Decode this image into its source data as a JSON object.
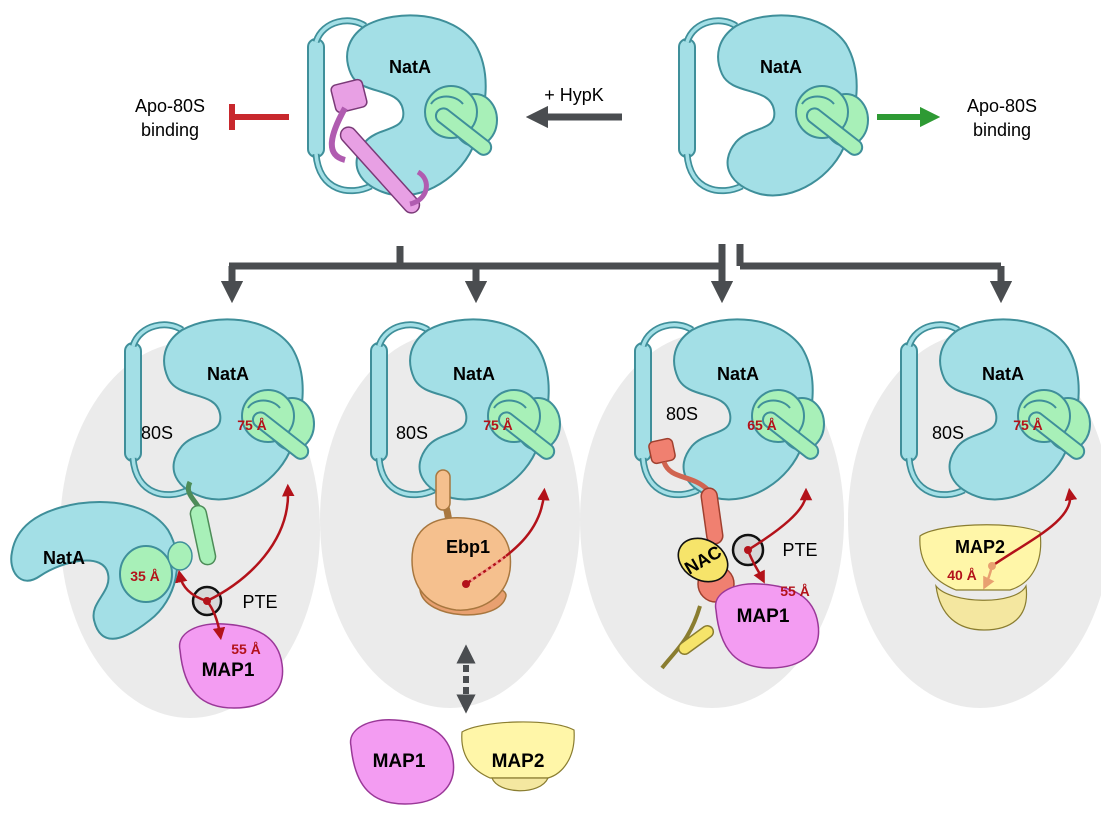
{
  "top": {
    "natA_left_label": "NatA",
    "natA_right_label": "NatA",
    "hypk_label": "+ HypK",
    "apo_left_line1": "Apo-80S",
    "apo_left_line2": "binding",
    "apo_right_line1": "Apo-80S",
    "apo_right_line2": "binding"
  },
  "panels": [
    {
      "natA_label": "NatA",
      "ribosome_label": "80S",
      "distance_top": "75 Å",
      "second_natA_label": "NatA",
      "distance_second": "35 Å",
      "pte_label": "PTE",
      "distance_bottom": "55 Å",
      "factor_label": "MAP1"
    },
    {
      "natA_label": "NatA",
      "ribosome_label": "80S",
      "distance_top": "75 Å",
      "factor_label": "Ebp1",
      "exchange": [
        "MAP1",
        "MAP2"
      ]
    },
    {
      "natA_label": "NatA",
      "ribosome_label": "80S",
      "distance_top": "65 Å",
      "nac_label": "NAC",
      "pte_label": "PTE",
      "distance_bottom": "55 Å",
      "factor_label": "MAP1"
    },
    {
      "natA_label": "NatA",
      "ribosome_label": "80S",
      "distance_top": "75 Å",
      "factor_label": "MAP2",
      "distance_bottom": "40 Å"
    }
  ],
  "colors": {
    "natA": "#a3dfe6",
    "naa15_outline": "#3f8f9a",
    "naa10": "#a8f0b8",
    "hypk": "#e8a0e4",
    "map1": "#f39cf2",
    "map2": "#fff6a8",
    "ebp1": "#f5c08e",
    "nac": "#f6e46a",
    "nac_partner": "#f08070",
    "ribosome": "#ebebeb",
    "arrow_grey": "#4a4d50",
    "inhibit_red": "#c8282d",
    "activate_green": "#2e9a34",
    "distance_red": "#b3121a"
  },
  "icons": {
    "inhibit": "inhibition-bar-arrow",
    "activate": "green-arrow",
    "exchange": "double-headed-dashed-arrow"
  }
}
